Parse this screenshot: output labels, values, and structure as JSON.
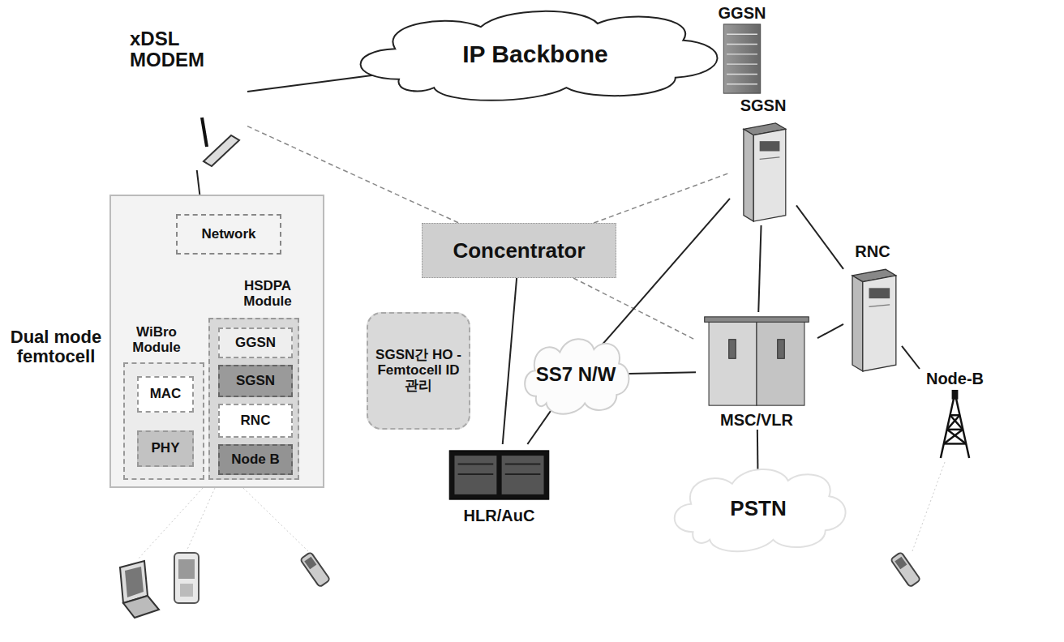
{
  "diagram": {
    "nodes": [
      {
        "text": [
          "xDSL MODEM"
        ]
      },
      {
        "text": [
          "IP Backbone"
        ]
      },
      {
        "text": [
          "GGSN"
        ]
      },
      {
        "text": [
          "SGSN"
        ]
      },
      {
        "text": [
          "Dual mode femtocell"
        ]
      },
      {
        "text": [
          "Network"
        ],
        "in": 4
      },
      {
        "text": [
          "HSDPA Module"
        ],
        "in": 4
      },
      {
        "text": [
          "WiBro Module"
        ],
        "in": 4
      },
      {
        "text": [
          "GGSN"
        ],
        "in": 6
      },
      {
        "text": [
          "SGSN"
        ],
        "in": 6
      },
      {
        "text": [
          "MAC"
        ],
        "in": 7
      },
      {
        "text": [
          "RNC"
        ],
        "in": 6
      },
      {
        "text": [
          "PHY"
        ],
        "in": 7
      },
      {
        "text": [
          "Node B"
        ],
        "in": 6
      },
      {
        "text": [
          "Concentrator"
        ]
      },
      {
        "text": [
          "SGSN간 HO -Femtocell ID관리"
        ]
      },
      {
        "text": [
          "RNC"
        ]
      },
      {
        "text": [
          "SS7 N/W"
        ]
      },
      {
        "text": [
          "MSC/VLR"
        ]
      },
      {
        "text": [
          "Node-B"
        ]
      },
      {
        "text": [
          "HLR/AuC"
        ]
      },
      {
        "text": [
          "PSTN"
        ]
      }
    ],
    "edges": [
      {
        "from": 0,
        "to": 1,
        "arrow": "none"
      },
      {
        "from": 0,
        "to": 4,
        "arrow": "none"
      },
      {
        "from": 0,
        "to": 14,
        "arrow": "none"
      },
      {
        "from": 2,
        "to": 3,
        "arrow": "none"
      },
      {
        "from": 14,
        "to": 3,
        "arrow": "none"
      },
      {
        "from": 14,
        "to": 18,
        "arrow": "none"
      },
      {
        "from": 14,
        "to": 20,
        "arrow": "none"
      },
      {
        "from": 3,
        "to": 16,
        "arrow": "none"
      },
      {
        "from": 3,
        "to": 18,
        "arrow": "none"
      },
      {
        "from": 3,
        "to": 17,
        "arrow": "none"
      },
      {
        "from": 17,
        "to": 18,
        "arrow": "none"
      },
      {
        "from": 17,
        "to": 20,
        "arrow": "none"
      },
      {
        "from": 18,
        "to": 16,
        "arrow": "none"
      },
      {
        "from": 18,
        "to": 21,
        "arrow": "none"
      },
      {
        "from": 16,
        "to": 19,
        "arrow": "none"
      }
    ]
  }
}
